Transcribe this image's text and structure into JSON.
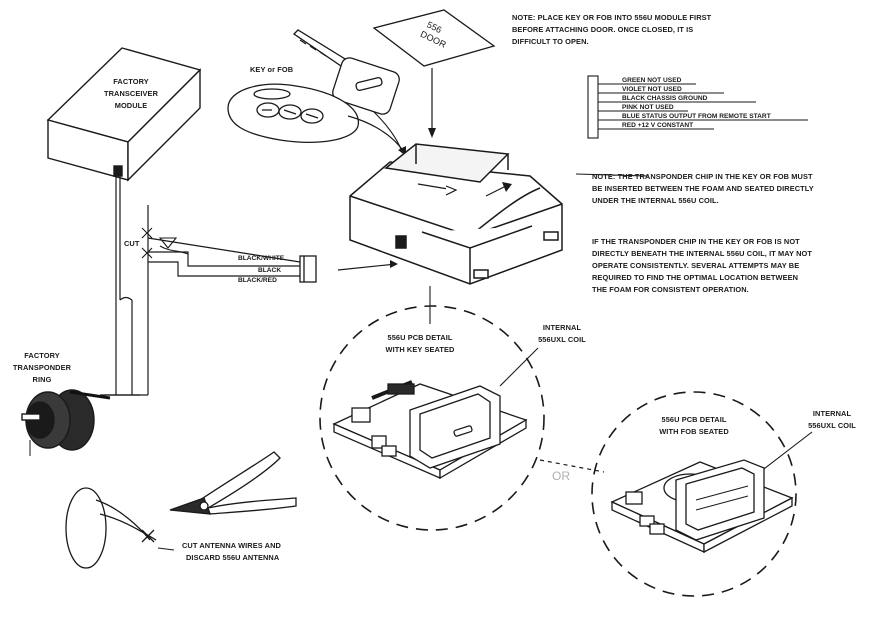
{
  "labels": {
    "factory_module": [
      "FACTORY",
      "TRANSCEIVER",
      "MODULE"
    ],
    "key_or_fob": "KEY or FOB",
    "door": [
      "556",
      "DOOR"
    ],
    "note_top": [
      "NOTE: PLACE KEY OR FOB INTO 556U MODULE FIRST",
      "BEFORE ATTACHING DOOR. ONCE CLOSED, IT IS",
      "DIFFICULT TO OPEN."
    ],
    "note_mid": [
      "NOTE: THE TRANSPONDER CHIP IN THE KEY OR FOB MUST",
      "BE INSERTED BETWEEN THE FOAM AND SEATED DIRECTLY",
      "UNDER THE INTERNAL 556U COIL."
    ],
    "note_low": [
      "IF THE TRANSPONDER CHIP IN THE KEY OR FOB IS NOT",
      "DIRECTLY BENEATH THE INTERNAL 556U COIL, IT MAY NOT",
      "OPERATE CONSISTENTLY. SEVERAL ATTEMPTS MAY BE",
      "REQUIRED TO FIND THE OPTIMAL LOCATION BETWEEN",
      "THE FOAM FOR CONSISTENT OPERATION."
    ],
    "cut": "CUT",
    "factory_ring": [
      "FACTORY",
      "TRANSPONDER",
      "RING"
    ],
    "pcb_key": [
      "556U PCB DETAIL",
      "WITH KEY SEATED"
    ],
    "internal_coil_left": [
      "INTERNAL",
      "556UXL COIL"
    ],
    "pcb_fob": [
      "556U PCB DETAIL",
      "WITH FOB SEATED"
    ],
    "internal_coil_right": [
      "INTERNAL",
      "556UXL COIL"
    ],
    "or": "OR",
    "cut_antenna": [
      "CUT ANTENNA WIRES AND",
      "DISCARD 556U ANTENNA"
    ]
  },
  "harness_wires": [
    "GREEN  NOT USED",
    "VIOLET  NOT USED",
    "BLACK  CHASSIS GROUND",
    "PINK  NOT USED",
    "BLUE  STATUS OUTPUT FROM REMOTE START",
    "RED  +12 V CONSTANT"
  ],
  "connector_wires": [
    "BLACK/WHITE",
    "BLACK",
    "BLACK/RED"
  ]
}
